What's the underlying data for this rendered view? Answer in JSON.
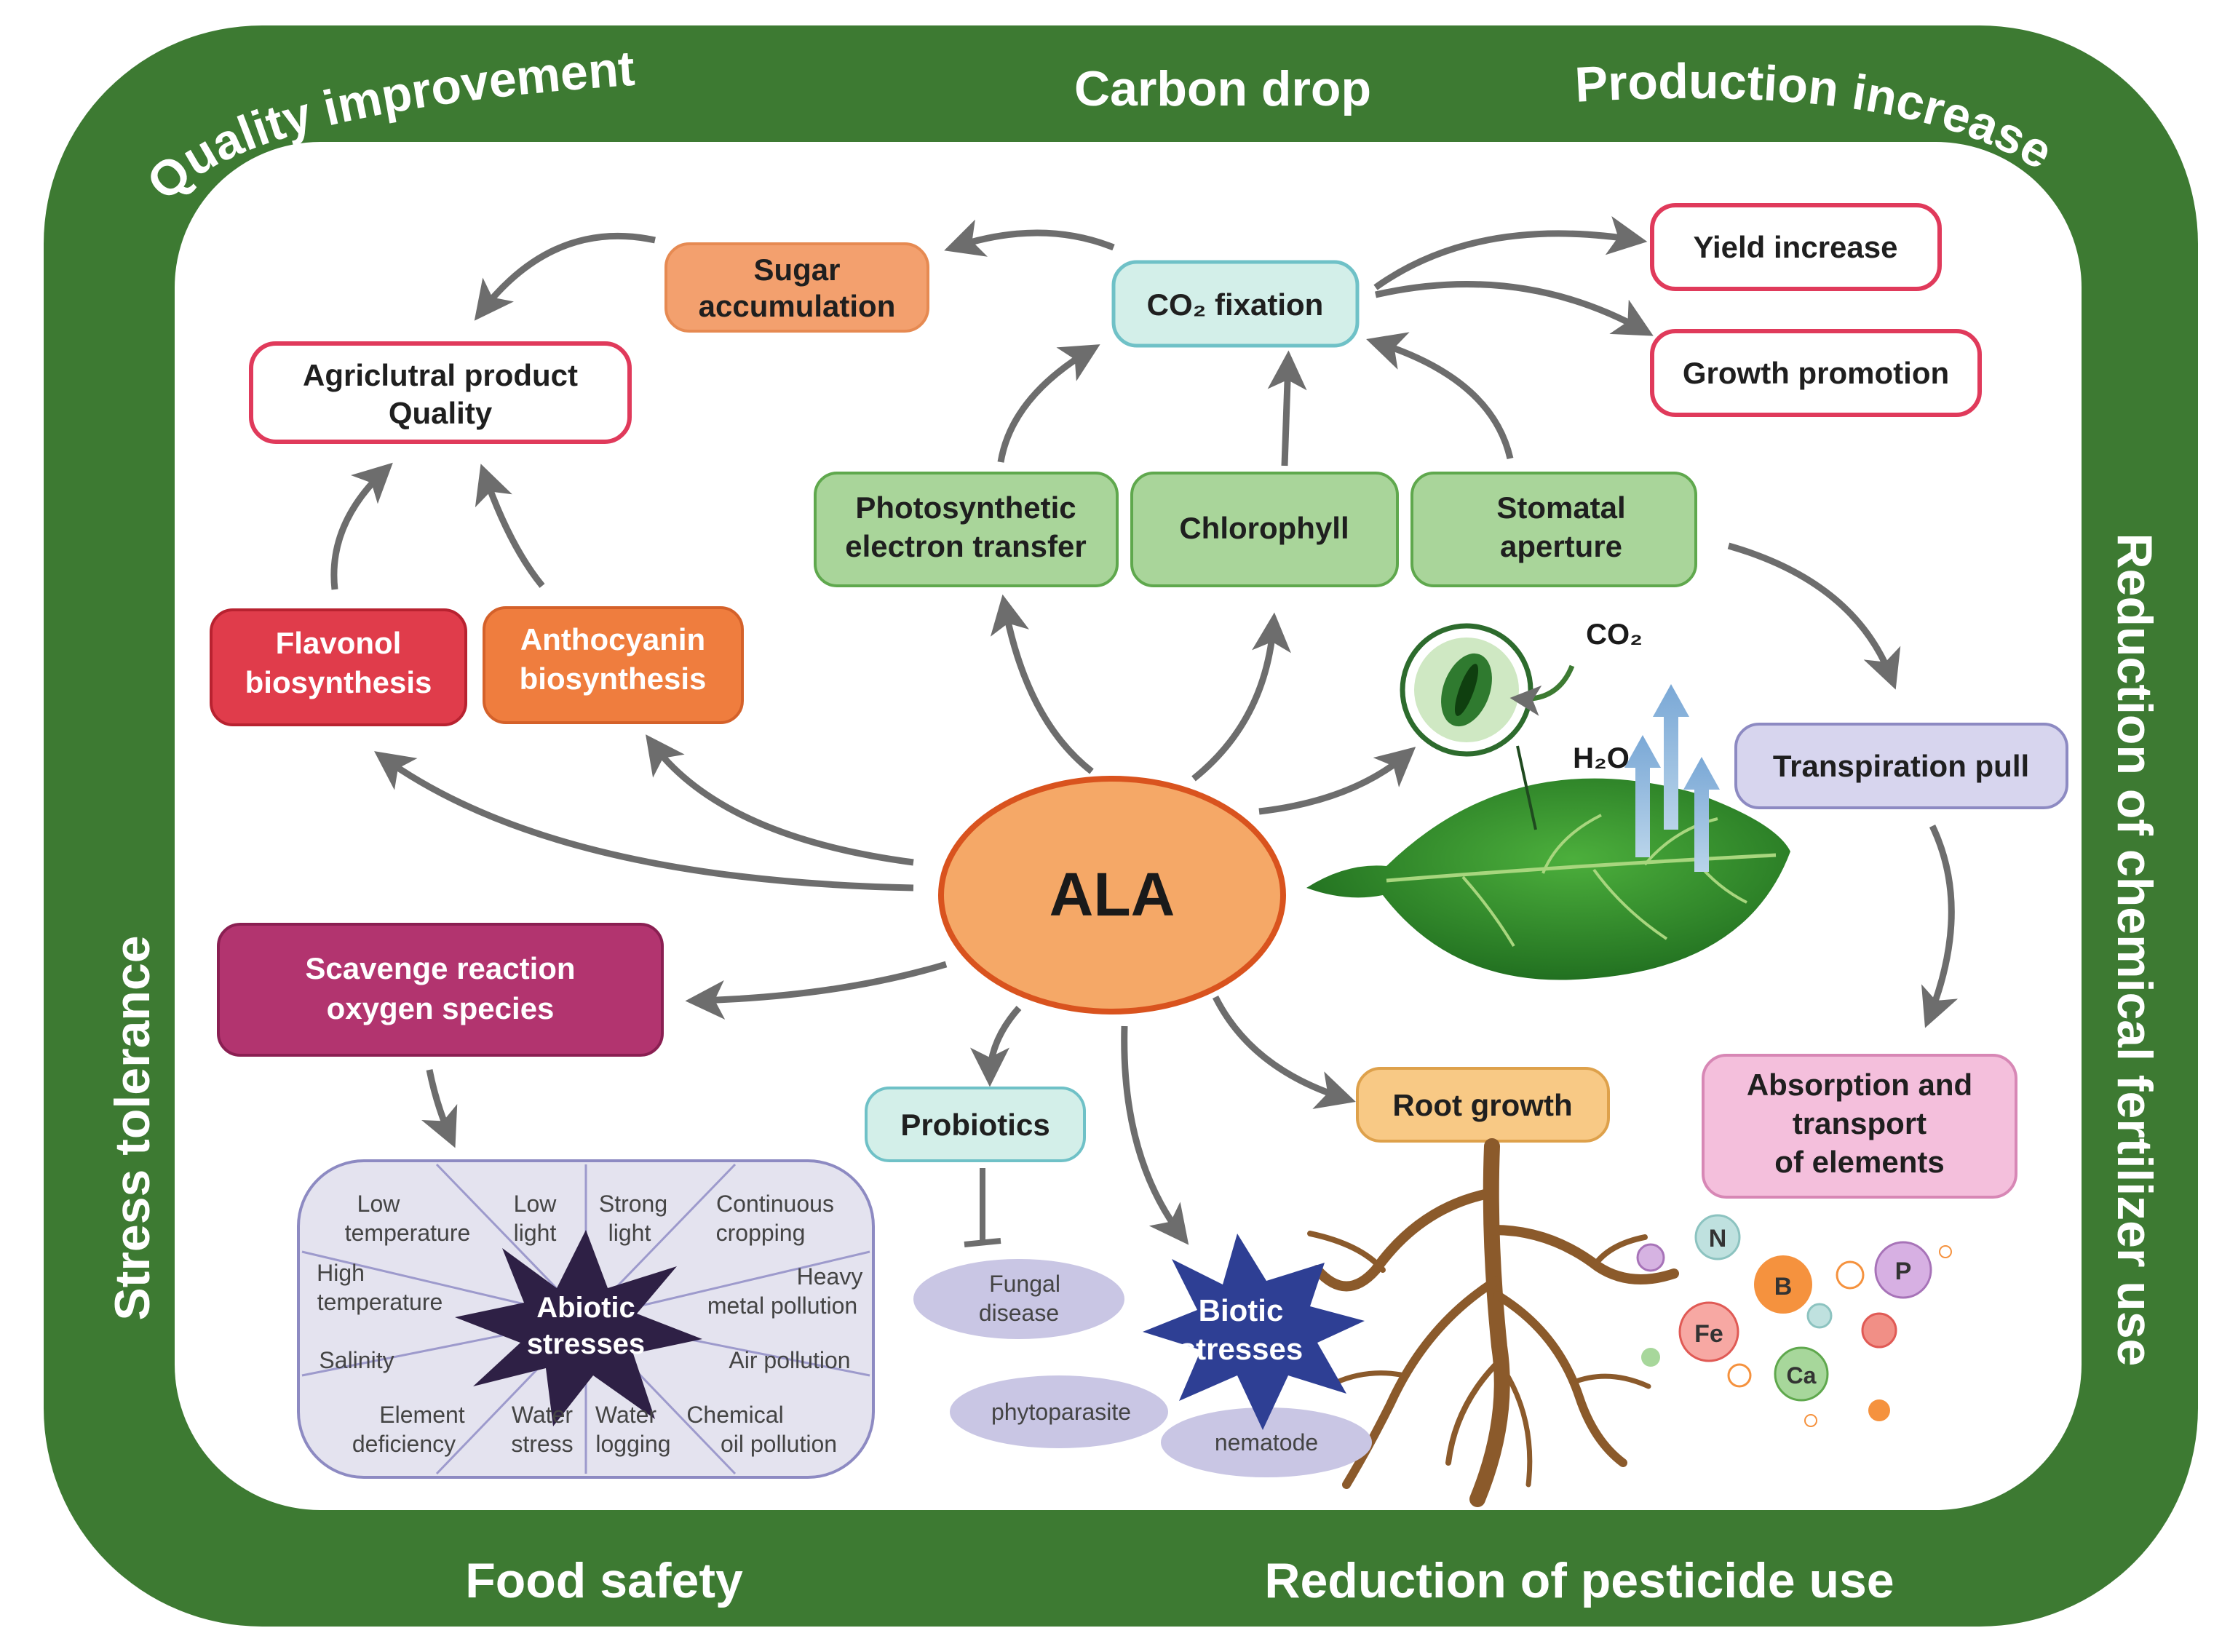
{
  "frame": {
    "quality_improvement": "Quality improvement",
    "carbon_drop": "Carbon drop",
    "production_increase": "Production increase",
    "stress_tolerance": "Stress tolerance",
    "reduction_fertilizer": "Reduction of chemical fertilizer use",
    "food_safety": "Food safety",
    "reduction_pesticide": "Reduction of pesticide use"
  },
  "nodes": {
    "ala": "ALA",
    "sugar_1": "Sugar",
    "sugar_2": "accumulation",
    "co2_fixation": "CO₂ fixation",
    "yield_increase": "Yield increase",
    "growth_promotion": "Growth promotion",
    "agri_1": "Agriclutral product",
    "agri_2": "Quality",
    "photo_1": "Photosynthetic",
    "photo_2": "electron transfer",
    "chlorophyll": "Chlorophyll",
    "stomatal_1": "Stomatal",
    "stomatal_2": "aperture",
    "flavonol_1": "Flavonol",
    "flavonol_2": "biosynthesis",
    "anthocyanin_1": "Anthocyanin",
    "anthocyanin_2": "biosynthesis",
    "transpiration": "Transpiration pull",
    "scavenge_1": "Scavenge reaction",
    "scavenge_2": "oxygen species",
    "absorption_1": "Absorption and",
    "absorption_2": "transport",
    "absorption_3": "of elements",
    "probiotics": "Probiotics",
    "root_growth": "Root growth",
    "abiotic_1": "Abiotic",
    "abiotic_2": "stresses",
    "biotic_1": "Biotic",
    "biotic_2": "stresses",
    "co2_label": "CO₂",
    "h2o_label": "H₂O"
  },
  "abiotic_list": {
    "low_temp_1": "Low",
    "low_temp_2": "temperature",
    "low_light_1": "Low",
    "low_light_2": "light",
    "strong_light_1": "Strong",
    "strong_light_2": "light",
    "continuous_1": "Continuous",
    "continuous_2": "cropping",
    "high_temp_1": "High",
    "high_temp_2": "temperature",
    "heavy_1": "Heavy",
    "heavy_2": "metal pollution",
    "salinity": "Salinity",
    "air_pollution": "Air pollution",
    "element_1": "Element",
    "element_2": "deficiency",
    "water_stress_1": "Water",
    "water_stress_2": "stress",
    "water_log_1": "Water",
    "water_log_2": "logging",
    "chemical_1": "Chemical",
    "chemical_2": "oil pollution"
  },
  "biotic_list": {
    "fungal_1": "Fungal",
    "fungal_2": "disease",
    "phytoparasite": "phytoparasite",
    "nematode": "nematode"
  },
  "elements": [
    "N",
    "B",
    "P",
    "Fe",
    "Ca"
  ],
  "colors": {
    "frame_green": "#3d7a32",
    "ala_fill": "#f5a867",
    "ala_stroke": "#d9531e",
    "green_box": "#a9d59a",
    "orange_box": "#f3a06e",
    "red_box": "#e03c4b",
    "magenta_box": "#b2346f",
    "lavender_box": "#d7d5ee",
    "pink_box": "#f4bfdc",
    "teal_box": "#d3efe9"
  }
}
